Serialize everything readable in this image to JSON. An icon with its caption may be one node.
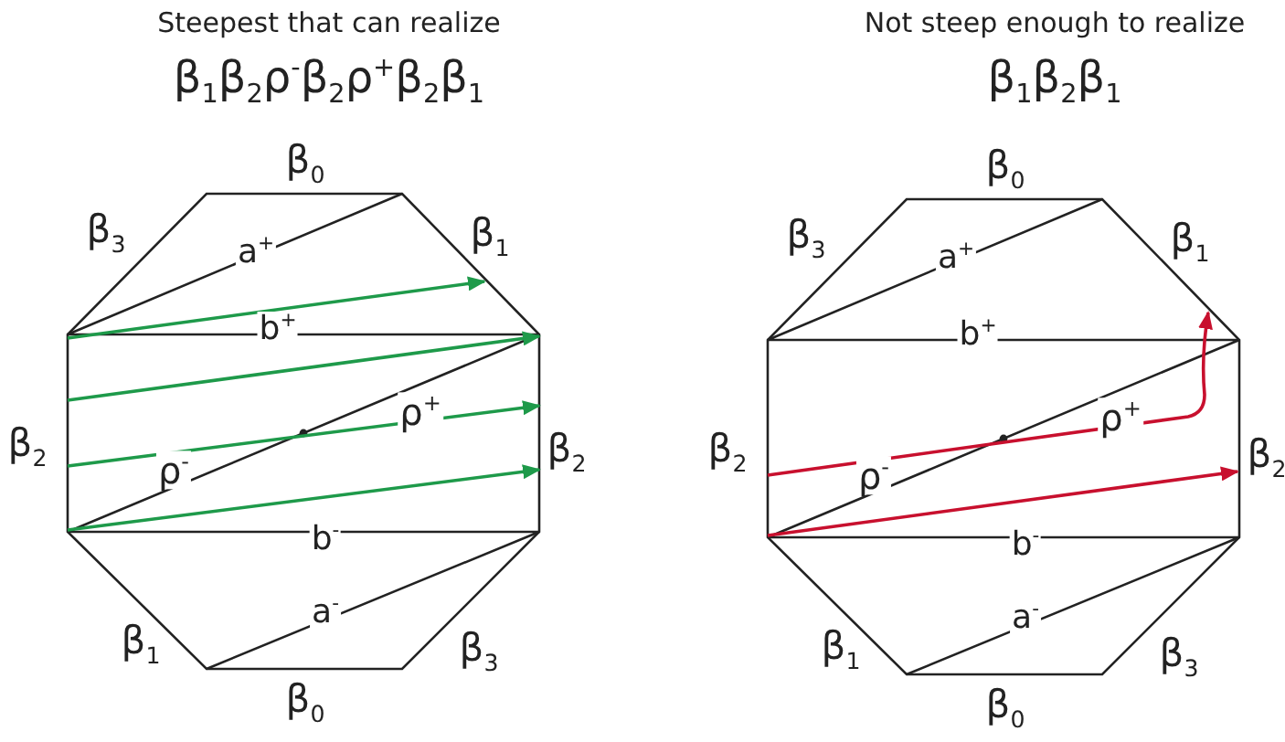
{
  "diagram": {
    "labels": [
      "Steepest that can realize",
      "β$_{1}$β$_{2}$ρ$^{-}$β$_{2}$ρ$^{+}$β$_{2}$β$_{1}$",
      "β$_{0}$",
      "β$_{3}$",
      "a$^{+}$",
      "β$_{1}$",
      "b$^{+}$",
      "β$_{2}$",
      "ρ$^{+}$",
      "β$_{2}$",
      "ρ$^{-}$",
      "b$^{-}$",
      "a$^{-}$",
      "β$_{1}$",
      "β$_{3}$",
      "β$_{0}$",
      "Not steep enough to realize",
      "β$_{1}$β$_{2}$β$_{1}$",
      "β$_{0}$",
      "β$_{3}$",
      "a$^{+}$",
      "β$_{1}$",
      "b$^{+}$",
      "β$_{2}$",
      "ρ$^{+}$",
      "β$_{2}$",
      "ρ$^{-}$",
      "b$^{-}$",
      "a$^{-}$",
      "β$_{1}$",
      "β$_{3}$",
      "β$_{0}$"
    ]
  }
}
